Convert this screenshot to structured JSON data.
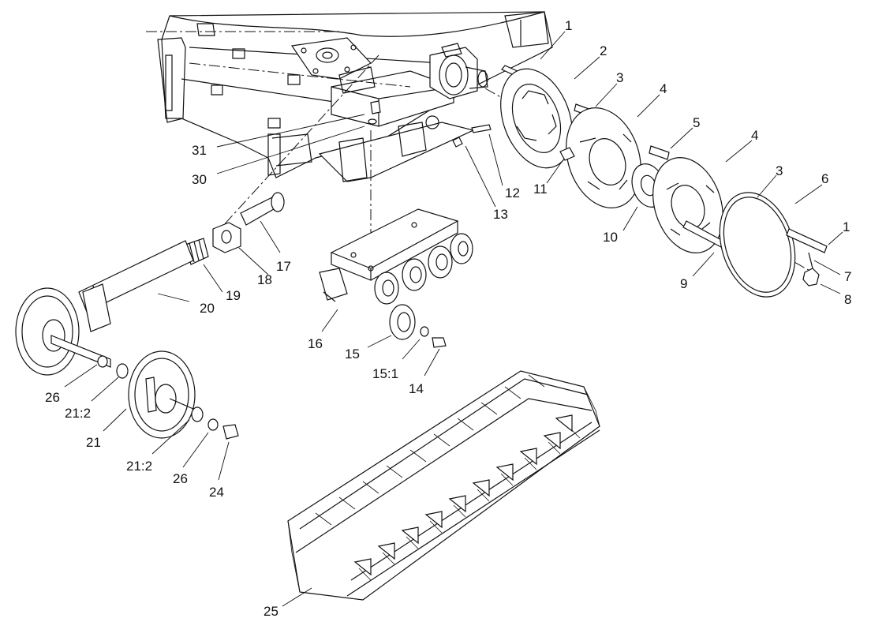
{
  "labels": {
    "l1a": "1",
    "l2": "2",
    "l3a": "3",
    "l4a": "4",
    "l5": "5",
    "l4b": "4",
    "l3b": "3",
    "l6": "6",
    "l1b": "1",
    "l7": "7",
    "l8": "8",
    "l9": "9",
    "l10": "10",
    "l11": "11",
    "l12": "12",
    "l13": "13",
    "l31": "31",
    "l30": "30",
    "l17": "17",
    "l18": "18",
    "l19": "19",
    "l20": "20",
    "l16": "16",
    "l15": "15",
    "l151": "15:1",
    "l14": "14",
    "l26a": "26",
    "l212a": "21:2",
    "l21": "21",
    "l212b": "21:2",
    "l26b": "26",
    "l24": "24",
    "l25": "25"
  }
}
